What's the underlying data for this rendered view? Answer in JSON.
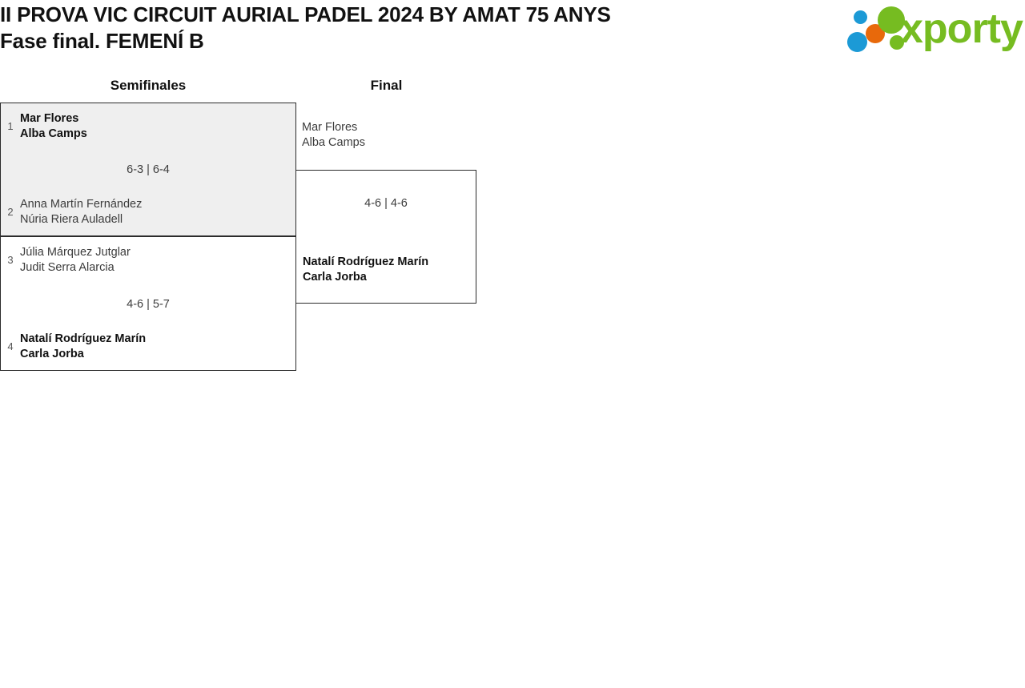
{
  "header": {
    "title_line1": "II PROVA VIC CIRCUIT AURIAL PADEL 2024 BY AMAT 75 ANYS",
    "title_line2": "Fase final. FEMENÍ B"
  },
  "logo": {
    "wordmark": "xporty",
    "colors": {
      "green": "#76bc21",
      "blue": "#1c9ad6",
      "orange": "#e8690b"
    }
  },
  "rounds": [
    {
      "id": "semifinals",
      "label": "Semifinales"
    },
    {
      "id": "final",
      "label": "Final"
    }
  ],
  "bracket": {
    "semifinals": [
      {
        "id": "sf1",
        "shaded": true,
        "score": "6-3 | 6-4",
        "top": {
          "seed": "1",
          "player1": "Mar Flores",
          "player2": "Alba Camps",
          "result": "winner"
        },
        "bottom": {
          "seed": "2",
          "player1": "Anna Martín Fernández",
          "player2": "Núria Riera Auladell",
          "result": "loser"
        }
      },
      {
        "id": "sf2",
        "shaded": false,
        "score": "4-6 | 5-7",
        "top": {
          "seed": "3",
          "player1": "Júlia Márquez Jutglar",
          "player2": "Judit Serra Alarcia",
          "result": "loser"
        },
        "bottom": {
          "seed": "4",
          "player1": "Natalí Rodríguez Marín",
          "player2": "Carla Jorba",
          "result": "winner"
        }
      }
    ],
    "final": {
      "id": "final",
      "score": "4-6 | 4-6",
      "top": {
        "player1": "Mar Flores",
        "player2": "Alba Camps",
        "result": "loser"
      },
      "bottom": {
        "player1": "Natalí Rodríguez Marín",
        "player2": "Carla Jorba",
        "result": "winner"
      }
    }
  }
}
